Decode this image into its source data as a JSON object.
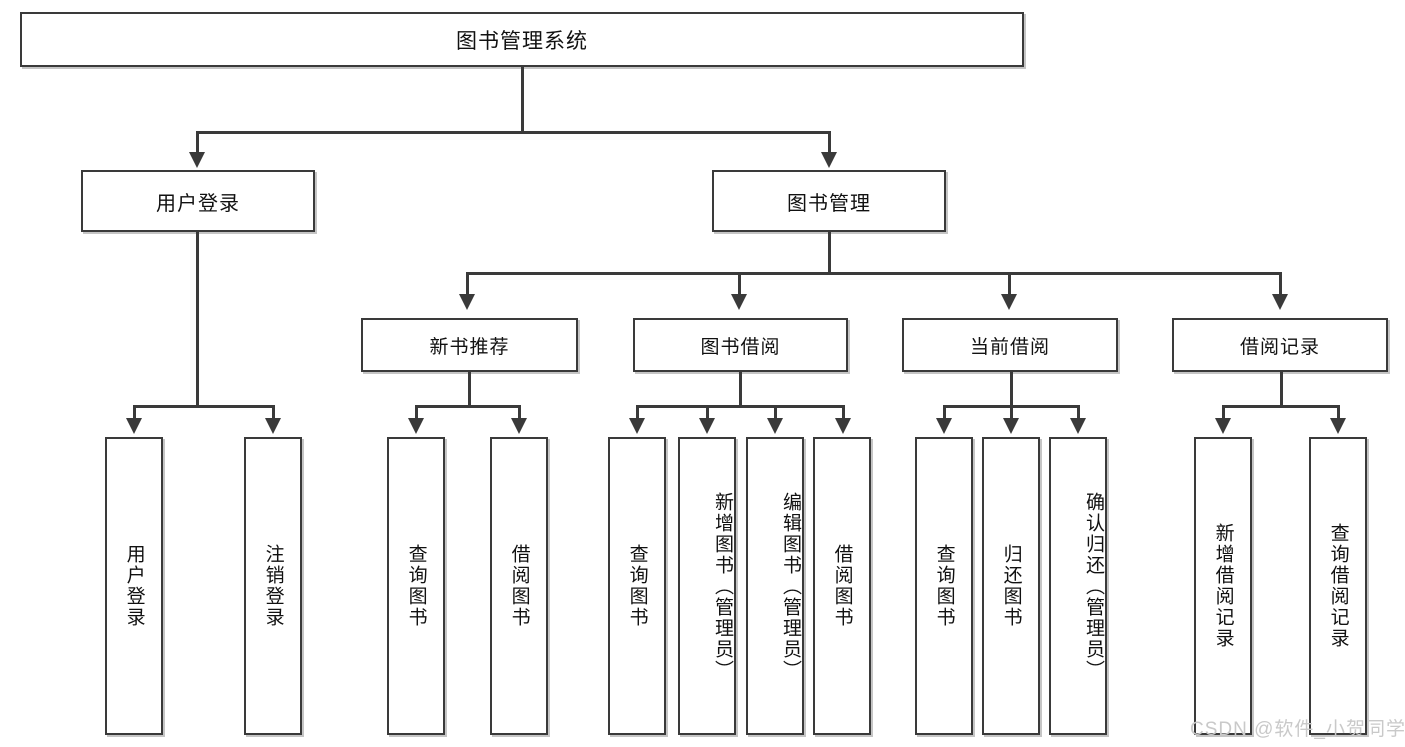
{
  "diagram": {
    "type": "tree",
    "title": "图书管理系统",
    "root": {
      "label": "图书管理系统"
    },
    "level2": [
      {
        "label": "用户登录"
      },
      {
        "label": "图书管理"
      }
    ],
    "level3": [
      {
        "label": "新书推荐"
      },
      {
        "label": "图书借阅"
      },
      {
        "label": "当前借阅"
      },
      {
        "label": "借阅记录"
      }
    ],
    "leaves": {
      "user_login": [
        {
          "label": "用户登录"
        },
        {
          "label": "注销登录"
        }
      ],
      "new_book_recommend": [
        {
          "label": "查询图书"
        },
        {
          "label": "借阅图书"
        }
      ],
      "book_borrow": [
        {
          "label": "查询图书"
        },
        {
          "label": "新增图书（管理员）"
        },
        {
          "label": "编辑图书（管理员）"
        },
        {
          "label": "借阅图书"
        }
      ],
      "current_borrow": [
        {
          "label": "查询图书"
        },
        {
          "label": "归还图书"
        },
        {
          "label": "确认归还（管理员）"
        }
      ],
      "borrow_record": [
        {
          "label": "新增借阅记录"
        },
        {
          "label": "查询借阅记录"
        }
      ]
    }
  },
  "watermark": {
    "text": "CSDN @软件_小贺同学"
  },
  "colors": {
    "stroke": "#3a3a3a",
    "fill": "#ffffff",
    "text": "#111111",
    "watermark": "#c9c9c9"
  }
}
